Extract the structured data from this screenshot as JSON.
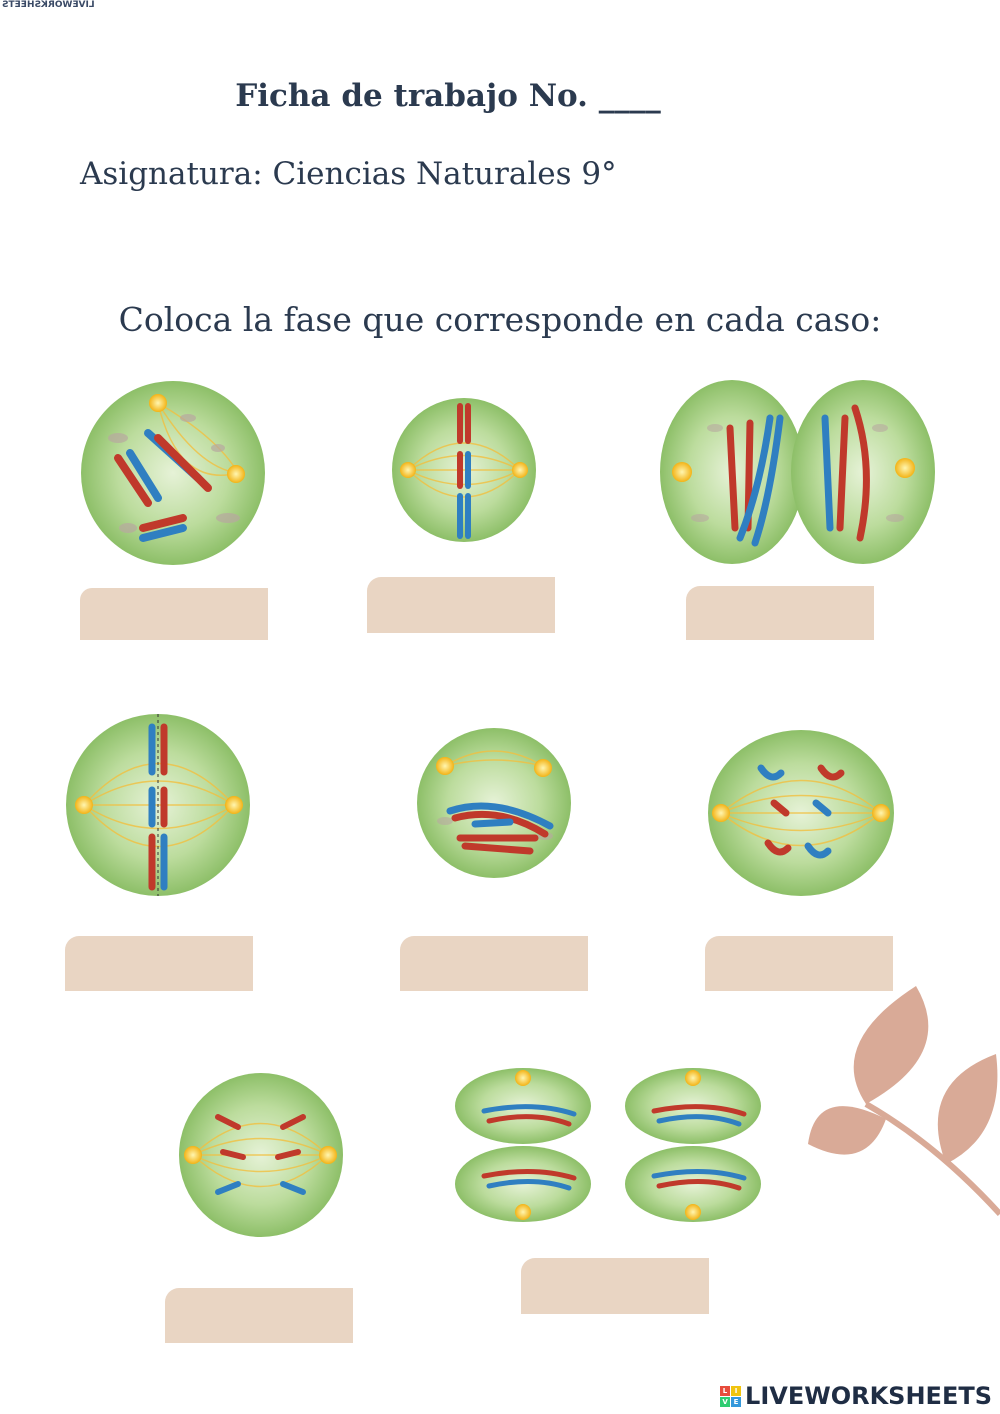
{
  "header": {
    "mirror_logo": "LIVEWORKSHEETS",
    "title": "Ficha de trabajo No. ____",
    "subject": "Asignatura: Ciencias Naturales 9°",
    "instruction": "Coloca la fase que corresponde en cada caso:"
  },
  "answer_boxes": [
    {
      "value": "",
      "placeholder": ""
    },
    {
      "value": "",
      "placeholder": ""
    },
    {
      "value": "",
      "placeholder": ""
    },
    {
      "value": "",
      "placeholder": ""
    },
    {
      "value": "",
      "placeholder": ""
    },
    {
      "value": "",
      "placeholder": ""
    },
    {
      "value": "",
      "placeholder": ""
    },
    {
      "value": "",
      "placeholder": ""
    }
  ],
  "footer": {
    "brand": "LIVEWORKSHEETS",
    "brand_icon_letters": [
      "L",
      "I",
      "V",
      "E"
    ]
  },
  "colors": {
    "text": "#2b3a4f",
    "answer_box": "#e9d5c3",
    "cell_green": "#a9cf86",
    "leaf": "#d9aa97",
    "chromosome_red": "#c0392b",
    "chromosome_blue": "#2f7fc1"
  }
}
